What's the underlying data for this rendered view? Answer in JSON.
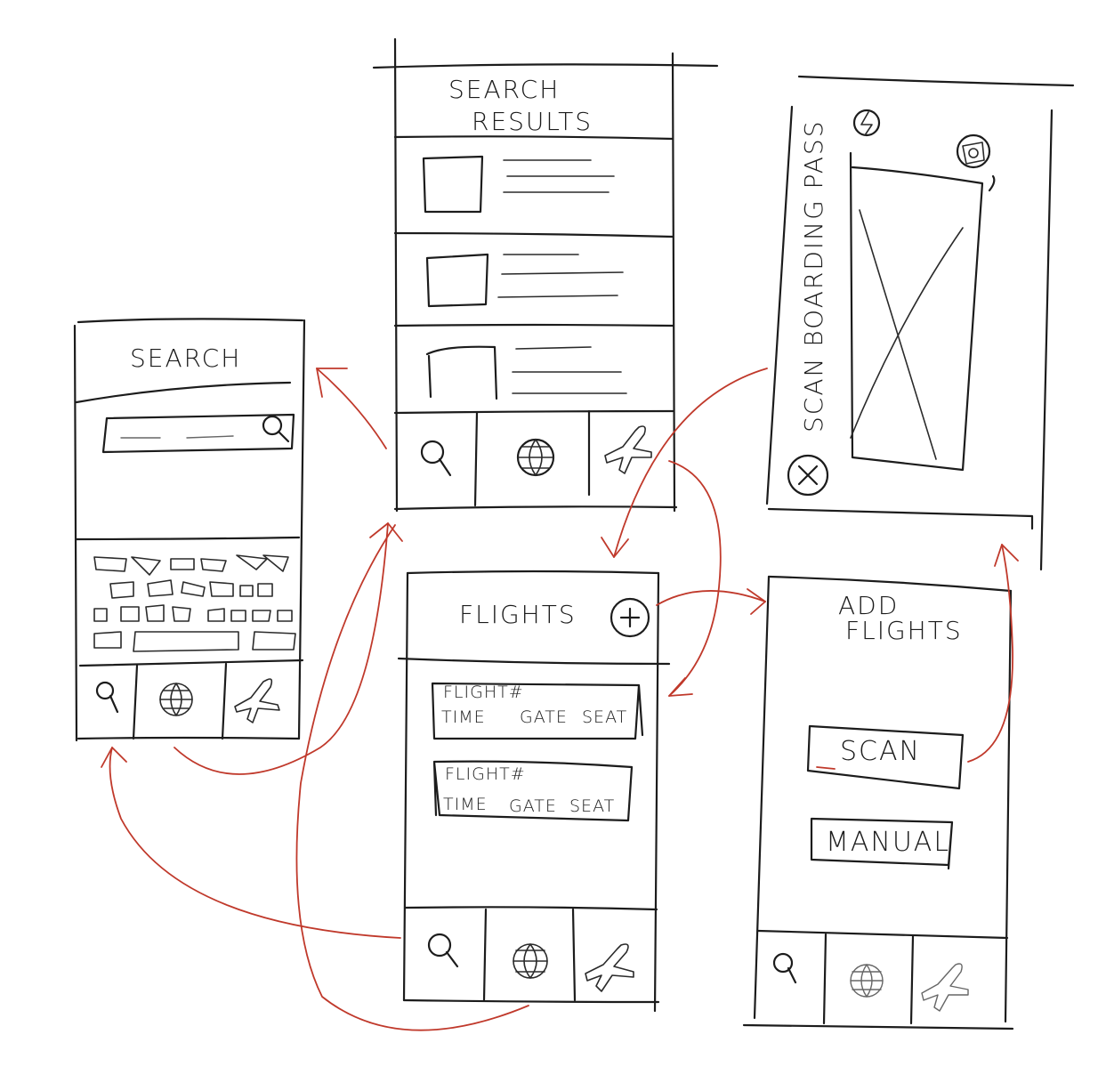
{
  "screens": {
    "search": {
      "title": "SEARCH"
    },
    "results": {
      "title_line1": "SEARCH",
      "title_line2": "RESULTS"
    },
    "scan": {
      "title": "SCAN BOARDING PASS"
    },
    "flights": {
      "title": "FLIGHTS",
      "cards": [
        {
          "line1": "FLIGHT#",
          "line2_time": "TIME",
          "line2_gate": "GATE",
          "line2_seat": "SEAT"
        },
        {
          "line1": "FLIGHT#",
          "line2_time": "TIME",
          "line2_gate": "GATE",
          "line2_seat": "SEAT"
        }
      ]
    },
    "add_flights": {
      "title_line1": "ADD",
      "title_line2": "FLIGHTS",
      "scan_label": "SCAN",
      "manual_label": "MANUAL"
    }
  },
  "colors": {
    "ink": "#1c1c1c",
    "flow_arrow": "#c0392b"
  }
}
